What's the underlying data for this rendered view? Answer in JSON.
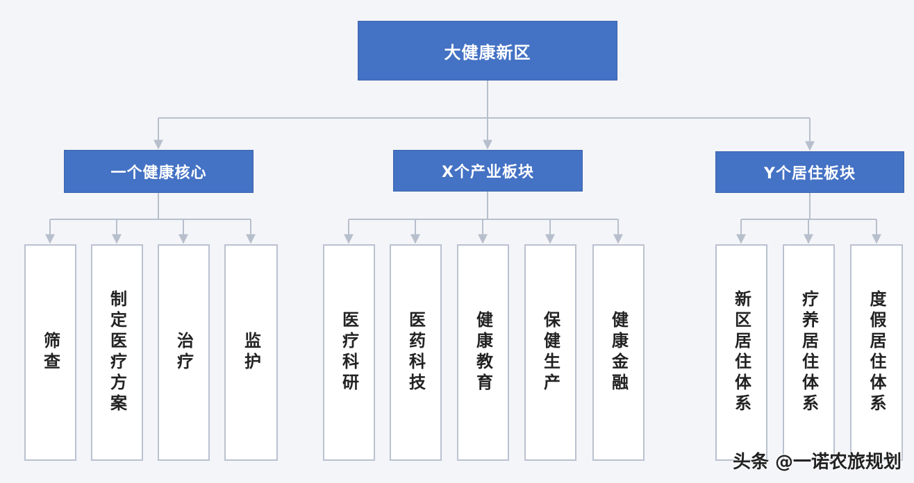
{
  "root": {
    "label": "大健康新区"
  },
  "groups": [
    {
      "label": "一个健康核心",
      "children": [
        "筛查",
        "制定医疗方案",
        "治疗",
        "监护"
      ]
    },
    {
      "label": "X个产业板块",
      "children": [
        "医疗科研",
        "医药科技",
        "健康教育",
        "保健生产",
        "健康金融"
      ]
    },
    {
      "label": "Y个居住板块",
      "children": [
        "新区居住体系",
        "疗养居住体系",
        "度假居住体系"
      ]
    }
  ],
  "watermark": "头条 @一诺农旅规划",
  "colors": {
    "node_fill": "#4472c4",
    "connector": "#b7bfcc",
    "leaf_border": "#b9c2cf"
  }
}
